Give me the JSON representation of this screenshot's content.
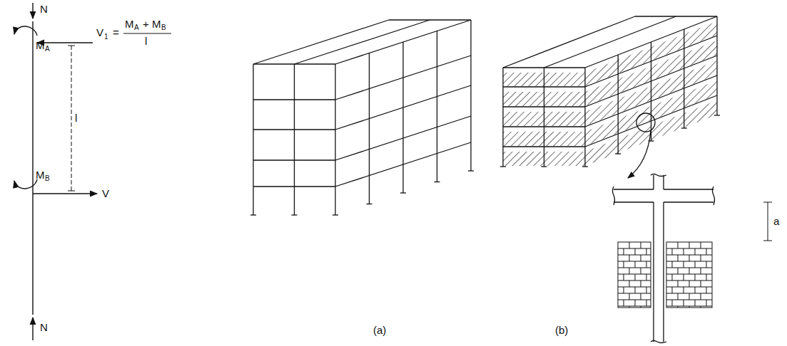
{
  "diagram": {
    "labels": [
      "N",
      "M",
      "A",
      "V",
      "1",
      "=",
      "M",
      "A",
      "+",
      "M",
      "B",
      "l",
      "l",
      "M",
      "B",
      "V",
      "N",
      "(a)",
      "(b)",
      "a"
    ]
  }
}
